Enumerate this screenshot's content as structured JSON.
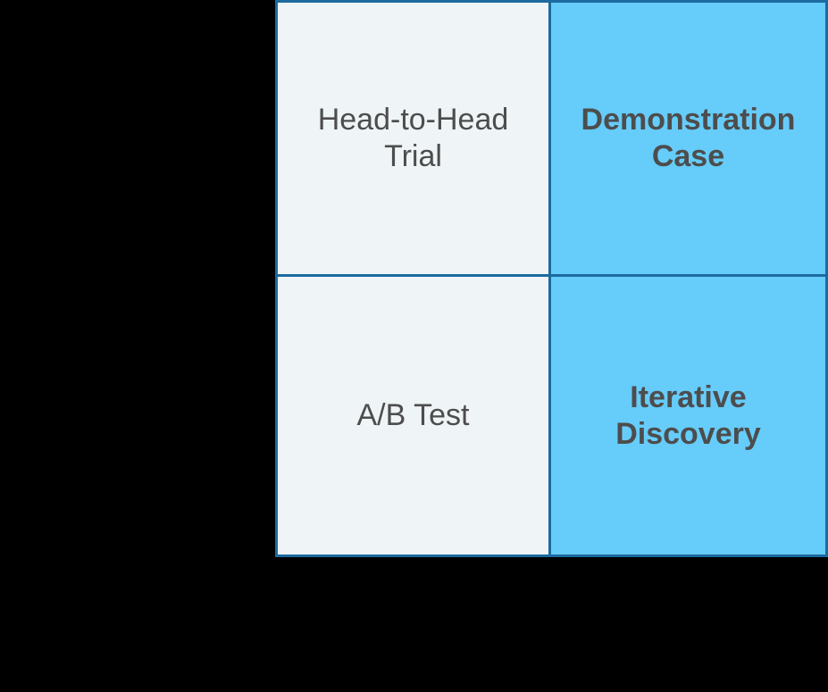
{
  "figure": {
    "kind": "two-by-two-matrix",
    "background_color": "#000000",
    "border_color": "#1b6aa0",
    "text_color": "#4d4d4d"
  },
  "matrix": {
    "columns": [
      {
        "key": "left",
        "fill_color": "#eff4f6",
        "emphasis": "normal"
      },
      {
        "key": "right",
        "fill_color": "#66ccfa",
        "emphasis": "bold"
      }
    ],
    "cells": [
      {
        "row": 1,
        "col": 1,
        "label": "Head-to-Head\nTrial"
      },
      {
        "row": 1,
        "col": 2,
        "label": "Demonstration\nCase"
      },
      {
        "row": 2,
        "col": 1,
        "label": "A/B Test"
      },
      {
        "row": 2,
        "col": 2,
        "label": "Iterative\nDiscovery"
      }
    ]
  }
}
